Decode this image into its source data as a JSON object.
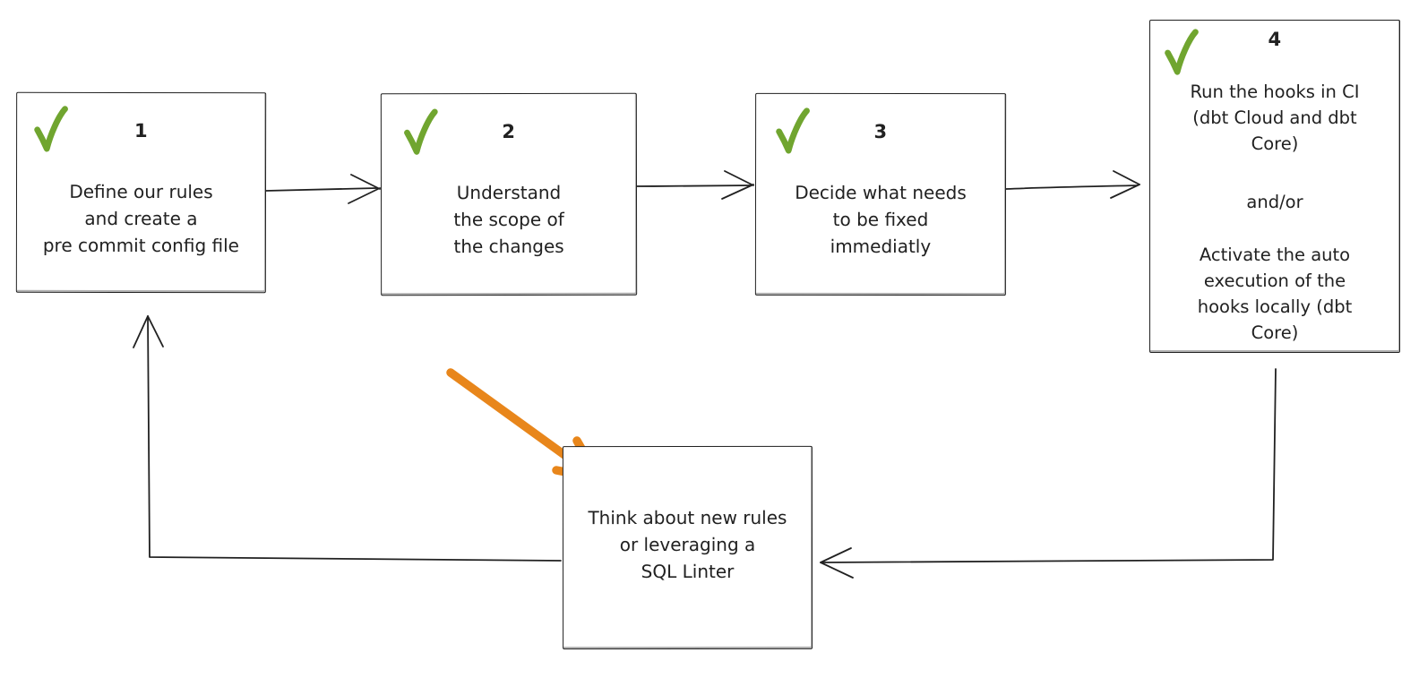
{
  "colors": {
    "check_green": "#70a52f",
    "arrow_orange": "#e8861b",
    "ink": "#212121",
    "background": "#ffffff"
  },
  "steps": [
    {
      "number": "1",
      "checked": true,
      "text": "Define our rules\nand create a\npre commit config file"
    },
    {
      "number": "2",
      "checked": true,
      "text": "Understand\nthe scope of\nthe changes"
    },
    {
      "number": "3",
      "checked": true,
      "text": "Decide what needs\nto be fixed\nimmediatly"
    },
    {
      "number": "4",
      "checked": true,
      "text_primary": "Run the hooks in CI\n(dbt Cloud and dbt\nCore)",
      "text_connector": "and/or",
      "text_secondary": "Activate the auto\nexecution of the\nhooks locally (dbt\nCore)"
    }
  ],
  "loop_box": {
    "text": "Think about new rules\nor leveraging a\nSQL Linter"
  }
}
